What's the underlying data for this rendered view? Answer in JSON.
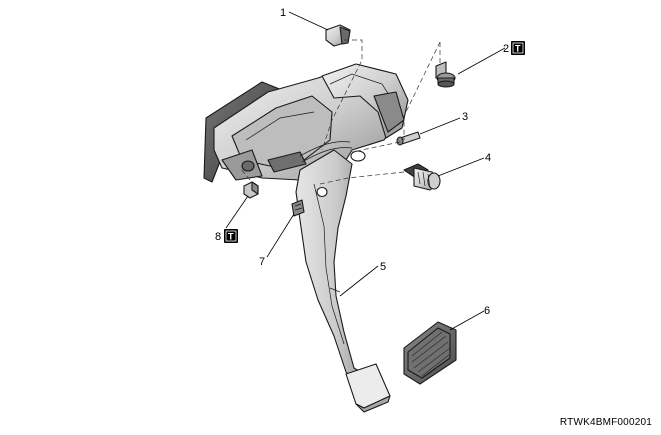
{
  "callouts": [
    {
      "number": "1",
      "torque": false
    },
    {
      "number": "2",
      "torque": true
    },
    {
      "number": "3",
      "torque": false
    },
    {
      "number": "4",
      "torque": false
    },
    {
      "number": "5",
      "torque": false
    },
    {
      "number": "6",
      "torque": false
    },
    {
      "number": "7",
      "torque": false
    },
    {
      "number": "8",
      "torque": true
    }
  ],
  "torque_badge_label": "T",
  "figure_code": "RTWK4BMF000201",
  "colors": {
    "part_fill": "#dcdcdc",
    "part_shade": "#9a9a9a",
    "part_dark": "#555555",
    "badge": "#000000"
  }
}
